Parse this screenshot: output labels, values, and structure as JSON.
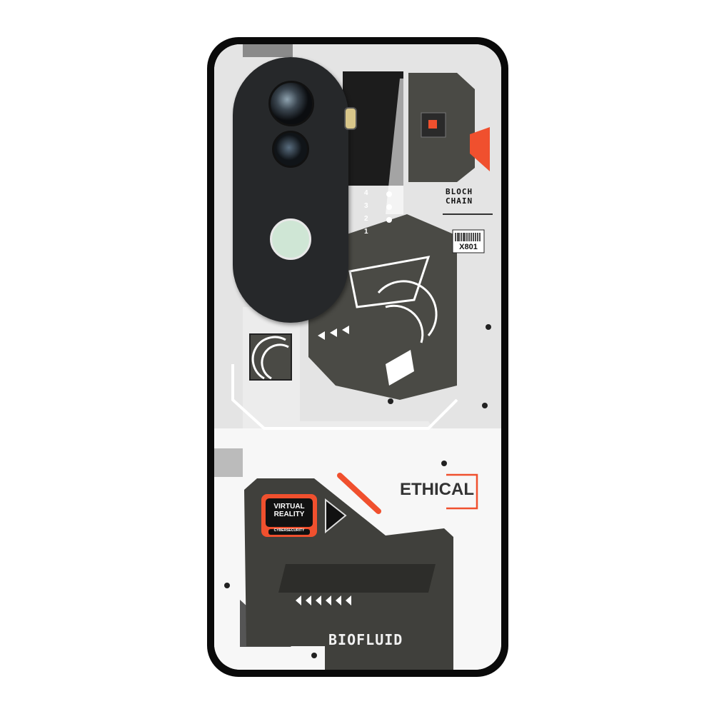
{
  "product": {
    "labels": {
      "block_chain_line1": "BLOCH",
      "block_chain_line2": "CHAIN",
      "barcode_code": "X801",
      "step_numbers": [
        "4",
        "3",
        "2",
        "1"
      ],
      "ethical": "ETHICAL",
      "vr_line1": "VIRTUAL",
      "vr_line2": "REALITY",
      "vr_sub": "CYBERSECURITY",
      "biofluid": "BIOFLUID"
    },
    "colors": {
      "case_rim": "#0a0a0a",
      "panel_light": "#f2f2f2",
      "panel_dark": "#3f3f3b",
      "accent": "#f0502e",
      "camera_module": "#26282a",
      "flash_lens": "#cfe6d5"
    }
  }
}
